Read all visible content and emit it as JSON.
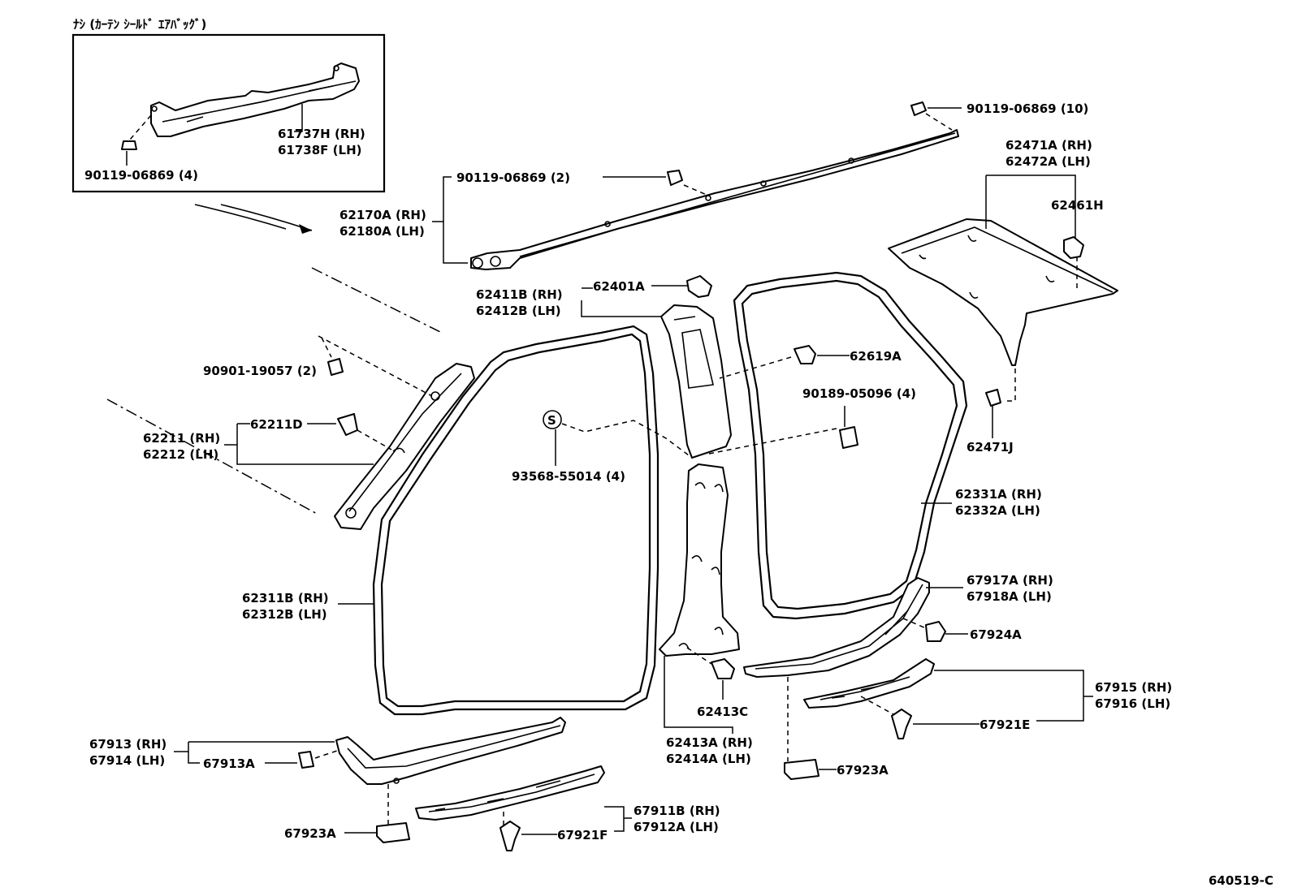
{
  "inset": {
    "title": "ﾅｼ (ｶｰﾃﾝ ｼｰﾙﾄﾞ ｴｱﾊﾞｯｸﾞ)"
  },
  "labels": {
    "l61737H": "61737H (RH)",
    "l61738F": "61738F (LH)",
    "l90119_4": "90119-06869 (4)",
    "l90119_10": "90119-06869 (10)",
    "l90119_2": "90119-06869 (2)",
    "l62170A": "62170A (RH)",
    "l62180A": "62180A (LH)",
    "l62471A": "62471A (RH)",
    "l62472A": "62472A (LH)",
    "l62461H": "62461H",
    "l62411B": "62411B (RH)",
    "l62412B": "62412B (LH)",
    "l62401A": "62401A",
    "l62619A": "62619A",
    "l90901": "90901-19057 (2)",
    "l90189": "90189-05096 (4)",
    "l62471J": "62471J",
    "l62211": "62211 (RH)",
    "l62212": "62212 (LH)",
    "l62211D": "62211D",
    "lS": "S",
    "l93568": "93568-55014 (4)",
    "l62331A": "62331A (RH)",
    "l62332A": "62332A (LH)",
    "l62311B": "62311B (RH)",
    "l62312B": "62312B (LH)",
    "l67917A": "67917A (RH)",
    "l67918A": "67918A (LH)",
    "l67924A": "67924A",
    "l62413C": "62413C",
    "l62413A": "62413A (RH)",
    "l62414A": "62414A (LH)",
    "l67915": "67915 (RH)",
    "l67916": "67916 (LH)",
    "l67921E": "67921E",
    "l67913": "67913 (RH)",
    "l67914": "67914 (LH)",
    "l67913A": "67913A",
    "l67923A_r": "67923A",
    "l67923A_l": "67923A",
    "l67911B": "67911B (RH)",
    "l67912A": "67912A (LH)",
    "l67921F": "67921F",
    "code": "640519-C"
  }
}
